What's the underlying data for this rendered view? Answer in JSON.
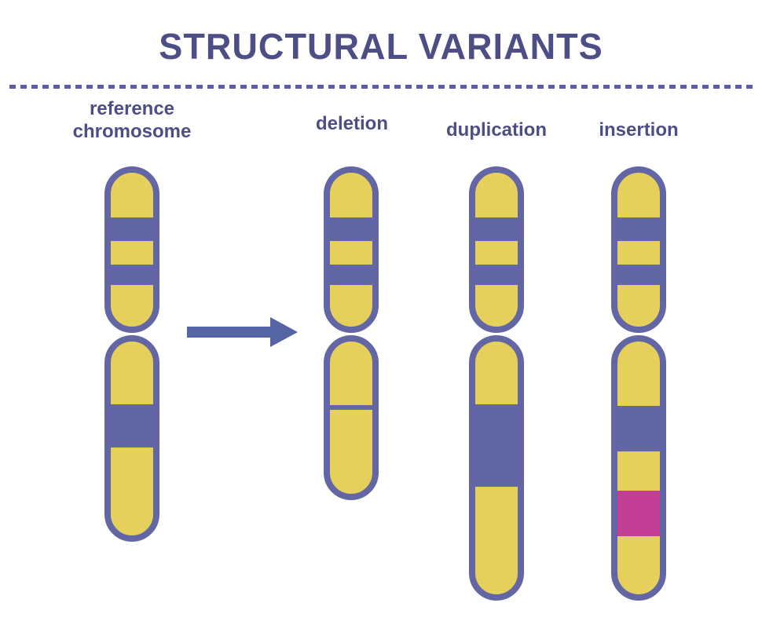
{
  "title": "STRUCTURAL VARIANTS",
  "labels": {
    "reference": "reference\nchromosome",
    "deletion": "deletion",
    "duplication": "duplication",
    "insertion": "insertion"
  },
  "colors": {
    "text": "#4e4e87",
    "chromosome_outline": "#6366a5",
    "chromosome_fill": "#e6d05c",
    "band": "#6366a5",
    "inserted_segment": "#c23e94",
    "arrow": "#5464a4",
    "divider": "#5d5da6",
    "background": "#ffffff"
  }
}
